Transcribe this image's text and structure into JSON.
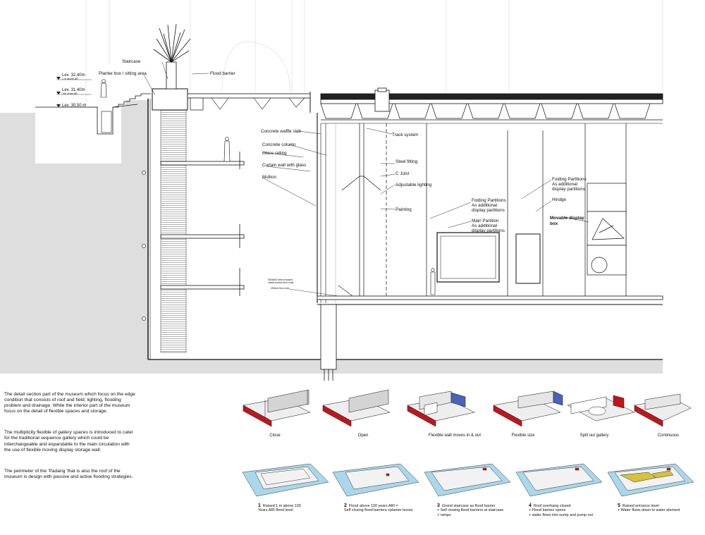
{
  "levels": [
    {
      "value": "Lev.  32.40m",
      "note": "1 m above AR"
    },
    {
      "value": "Lev.  31.40m",
      "note": "100 Years AR"
    },
    {
      "value": "Lev.  30.50 m",
      "note": ""
    }
  ],
  "labels": {
    "staircase": "Staircase",
    "planter": "Planter box / sitting area",
    "flood_barrier": "Flood barrier",
    "waffle": "Concrete waffle slab",
    "column": "Concrete column",
    "glass_railing": "Glass railing",
    "curtain_wall": "Curtain wall with glass",
    "mullion": "Mullion",
    "track": "Track system",
    "steel_fitting": "Steel fitting",
    "c_joist": "C Joist",
    "lighting": "Adjustable lighting",
    "painting": "Painting",
    "folding1_a": "Folding Partitions",
    "folding1_b": "As additional",
    "folding1_c": "display partitions",
    "main_a": "Main Partition",
    "main_b": "As additional",
    "main_c": "display partitions",
    "folding2_a": "Folding Partitions",
    "folding2_b": "As additional",
    "folding2_c": "display partitions",
    "hinge": "Hindge",
    "movable_a": "Movable display",
    "movable_b": "box",
    "floor_a": "600x600 steel encased",
    "floor_b": "raised access floor units",
    "floor_c": "400mm floor void"
  },
  "description": {
    "p1": "The detail section part of the museum which focus on the edge condition that consists of roof and field; lighting, flooding problem and drainage. While the interior part of the museum focus on the detail of flexible spaces and storage.",
    "p2_a": "The multiplicity flexible of ",
    "p2_em": "gallery spaces",
    "p2_b": " is introduced to cater for the traditional sequence gallery which could be interchangeable and expandable to the main circulation with the use of flexible moving display storage wall.",
    "p3": "The perimeter of the 'Padang 'that is also the roof of the museum is design with passive and active flooding strategies."
  },
  "gallery_modes": [
    "Close",
    "Open",
    "Flexible wall moves in & out",
    "Flexible size",
    "Spill out gallery",
    "Continuous"
  ],
  "flood_steps": [
    {
      "num": "1",
      "line1": "Raised 1 m above 100",
      "line2": "Years ARI flood level",
      "line3": ""
    },
    {
      "num": "2",
      "line1": "Flood above 100 years ARI =",
      "line2": "Self closing flood barriers +planter boxes",
      "line3": ""
    },
    {
      "num": "3",
      "line1": "Grand staircase as flood barrier",
      "line2": "+ Self closing flood barriers at staircase",
      "line3": "+ ramps"
    },
    {
      "num": "4",
      "line1": "Roof overhang closed",
      "line2": "+ Flood barries opens",
      "line3": "+ water flows into sump and pump out"
    },
    {
      "num": "5",
      "line1": "Raised entrance level",
      "line2": "+ Water flows down to water element",
      "line3": ""
    }
  ],
  "colors": {
    "accent_red": "#c0161b",
    "accent_blue": "#4a63b8",
    "water": "#a9d7ec",
    "walkway": "#d6c23a",
    "ground": "#dcdcdc"
  }
}
